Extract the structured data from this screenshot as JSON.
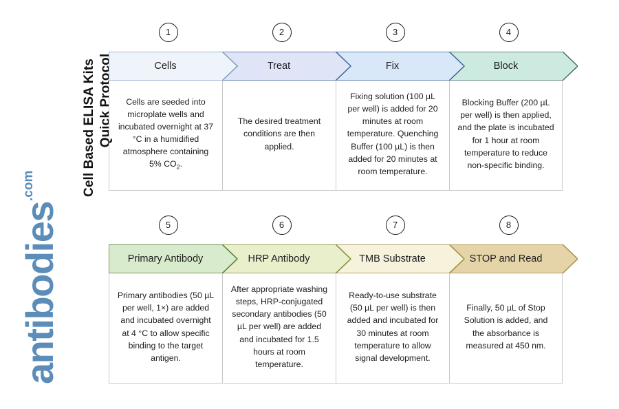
{
  "title": {
    "line1": "Cell Based ELISA Kits",
    "line2": "Quick Protocol"
  },
  "logo": {
    "name": "antibodies",
    "suffix": ".com",
    "color": "#5b8db8"
  },
  "rows": [
    {
      "steps": [
        {
          "number": "1",
          "label": "Cells",
          "fill": "#eef4fa",
          "stroke": "#7d9fc4",
          "description": "Cells are seeded into microplate wells and incubated overnight at 37 °C in a humidified atmosphere containing 5% CO₂."
        },
        {
          "number": "2",
          "label": "Treat",
          "fill": "#dfe5f7",
          "stroke": "#3d6499",
          "description": "The desired treatment conditions are then applied."
        },
        {
          "number": "3",
          "label": "Fix",
          "fill": "#d9e8f8",
          "stroke": "#3d6499",
          "description": "Fixing solution (100 µL per well) is added for 20 minutes at room temperature. Quenching Buffer (100 µL) is then added for 20 minutes at room temperature."
        },
        {
          "number": "4",
          "label": "Block",
          "fill": "#cdeae0",
          "stroke": "#3e6b68",
          "description": "Blocking Buffer (200 µL per well) is then applied, and the plate is incubated for 1 hour at room temperature to reduce non-specific binding."
        }
      ]
    },
    {
      "steps": [
        {
          "number": "5",
          "label": "Primary Antibody",
          "fill": "#d9ebcd",
          "stroke": "#4f7a36",
          "description": "Primary antibodies (50 µL per well, 1×) are added and incubated overnight at 4 °C to allow specific binding to the target antigen."
        },
        {
          "number": "6",
          "label": "HRP Antibody",
          "fill": "#e9eecb",
          "stroke": "#7d8c35",
          "description": "After appropriate washing steps, HRP-conjugated secondary antibodies (50 µL per well) are added and incubated for 1.5 hours at room temperature."
        },
        {
          "number": "7",
          "label": "TMB Substrate",
          "fill": "#f6f2db",
          "stroke": "#9c8b3f",
          "description": "Ready-to-use substrate (50 µL per well) is then added and incubated for 30 minutes at room temperature to allow signal development."
        },
        {
          "number": "8",
          "label": "STOP and Read",
          "fill": "#e4d4a8",
          "stroke": "#a68a3c",
          "description": "Finally, 50 µL of Stop Solution is added, and the absorbance is measured at 450 nm."
        }
      ]
    }
  ]
}
